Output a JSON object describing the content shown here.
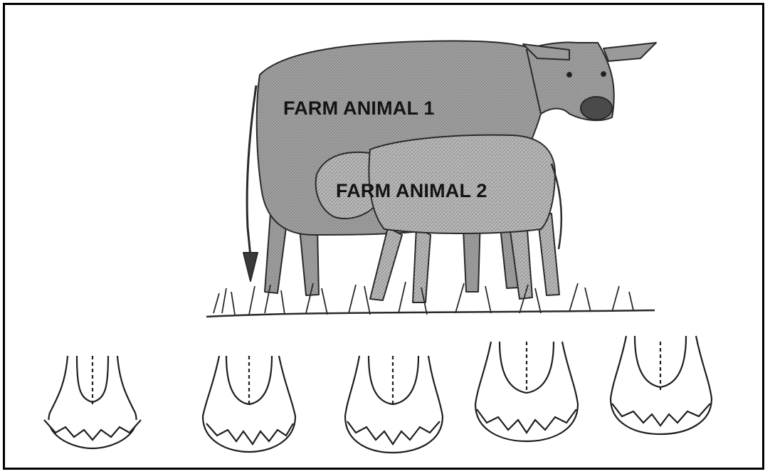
{
  "labels": {
    "animal_1": "FARM ANIMAL 1",
    "animal_2": "FARM ANIMAL 2"
  },
  "illustration": {
    "subject": "cow-and-calf-icon",
    "dentition_stages": 5
  },
  "colors": {
    "border": "#000000",
    "ink": "#2a2a2a",
    "shade": "#8e8e8e",
    "background": "#ffffff"
  }
}
